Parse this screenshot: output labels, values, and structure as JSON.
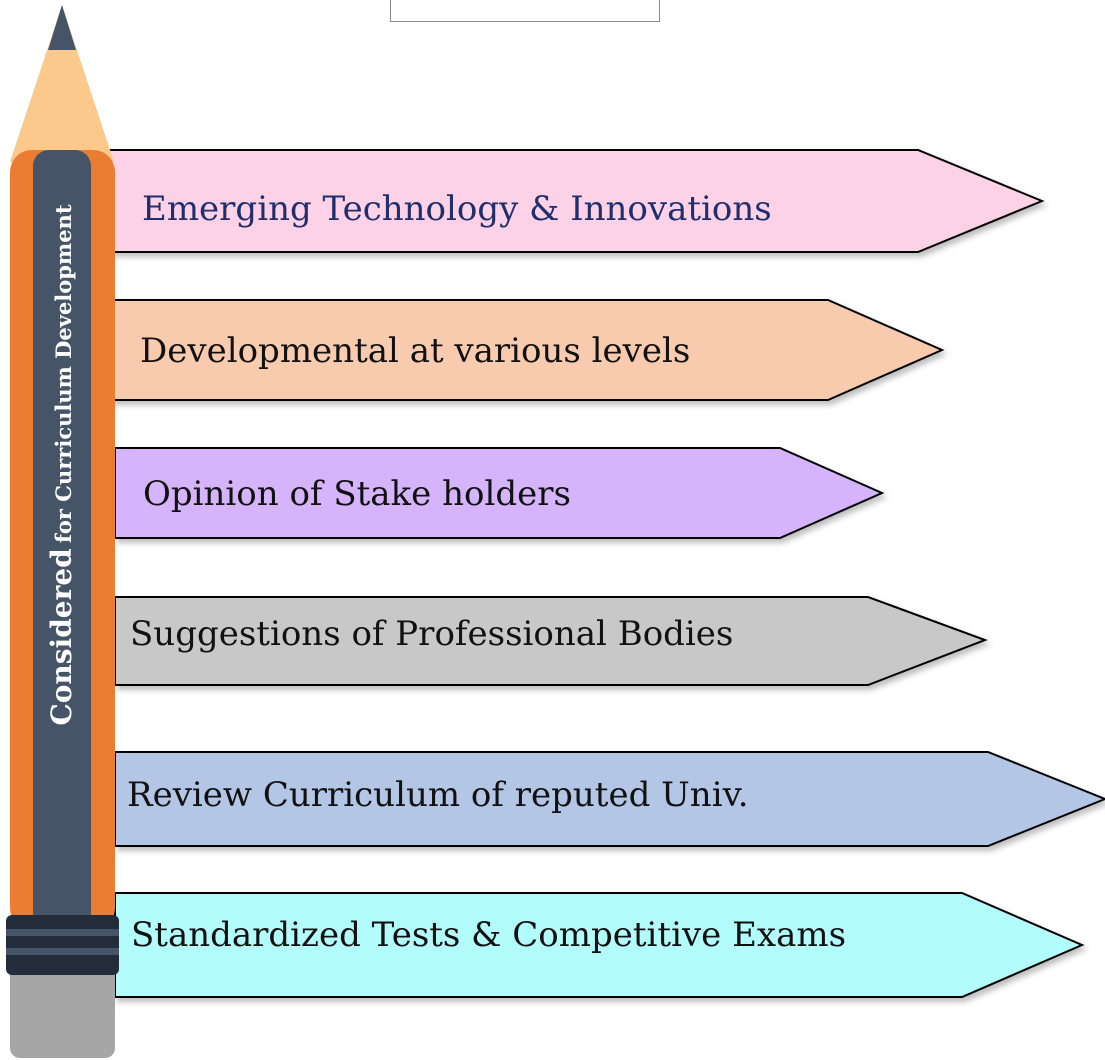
{
  "pencil": {
    "label_main": "Considered",
    "label_rest": "for Curriculum Development",
    "colors": {
      "wood": "#fbc98c",
      "tip": "#465468",
      "outer": "#ea7d32",
      "core": "#465468",
      "band": "#222c3a",
      "eraser": "#a6a6a6"
    }
  },
  "arrows": [
    {
      "label": "Emerging Technology & Innovations",
      "fill": "#fdd2e7",
      "text_color": "#1f2f6e"
    },
    {
      "label": "Developmental at various levels",
      "fill": "#f9cbae",
      "text_color": "#111111"
    },
    {
      "label": "Opinion of Stake holders",
      "fill": "#d6b4fc",
      "text_color": "#111111"
    },
    {
      "label": "Suggestions of Professional Bodies",
      "fill": "#c8c8c8",
      "text_color": "#111111"
    },
    {
      "label": "Review Curriculum of reputed Univ.",
      "fill": "#b3c6e6",
      "text_color": "#111111"
    },
    {
      "label": "Standardized Tests & Competitive Exams",
      "fill": "#b2fcfc",
      "text_color": "#111111"
    }
  ]
}
